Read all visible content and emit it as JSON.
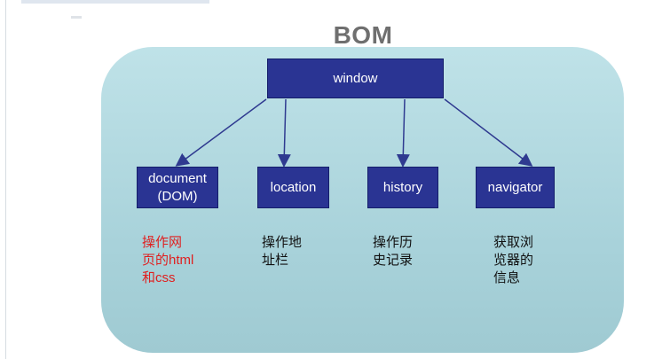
{
  "diagram": {
    "title": "BOM",
    "root": {
      "label": "window"
    },
    "children": [
      {
        "label": "document\n(DOM)",
        "description": "操作网\n页的html\n和css",
        "description_color": "#e01f1f"
      },
      {
        "label": "location",
        "description": "操作地\n址栏",
        "description_color": "#111111"
      },
      {
        "label": "history",
        "description": "操作历\n史记录",
        "description_color": "#111111"
      },
      {
        "label": "navigator",
        "description": "获取浏\n览器的\n信息",
        "description_color": "#111111"
      }
    ],
    "colors": {
      "panel": "#b6dbe1",
      "node": "#2a3493",
      "arrow": "#2f3a90",
      "title": "#6f6f6f"
    }
  }
}
